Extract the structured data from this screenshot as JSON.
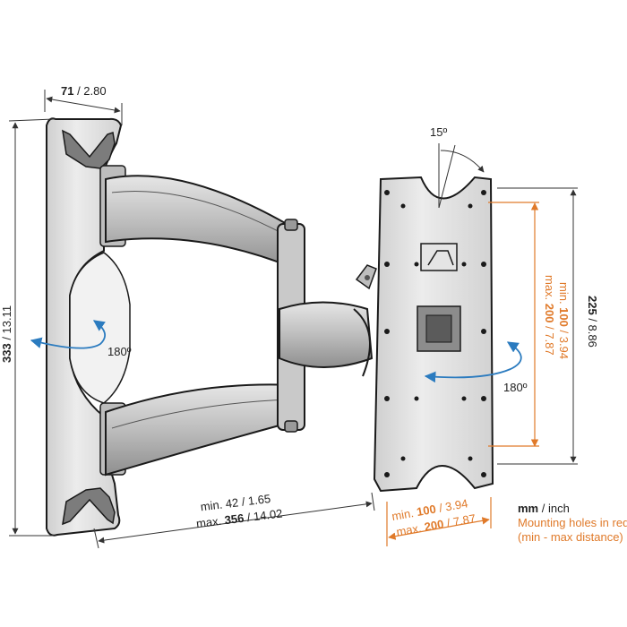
{
  "colors": {
    "outline": "#1a1a1a",
    "metal_light": "#d8d8d8",
    "metal_mid": "#b9b9b9",
    "metal_dark": "#8c8c8c",
    "rotation_arrow": "#2b7bbf",
    "vesa_orange": "#e07a2a",
    "dim_line": "#333333"
  },
  "dimensions": {
    "top_width": {
      "mm": "71",
      "inch": " / 2.80"
    },
    "left_height": {
      "mm": "333",
      "inch": " / 13.11"
    },
    "right_height": {
      "mm": "225",
      "inch": " / 8.86"
    },
    "extension": {
      "min_prefix": "min. ",
      "min_mm": "42",
      "min_inch": " / 1.65",
      "max_prefix": "max. ",
      "max_mm": "356",
      "max_inch": " / 14.02"
    },
    "tilt_angle": "15º",
    "swivel_left": "180º",
    "swivel_right": "180º"
  },
  "vesa_vertical": {
    "min_prefix": "min. ",
    "min_mm": "100",
    "min_inch": " / 3.94",
    "max_prefix": "max. ",
    "max_mm": "200",
    "max_inch": " / 7.87"
  },
  "vesa_horizontal": {
    "min_prefix": "min. ",
    "min_mm": "100",
    "min_inch": " / 3.94",
    "max_prefix": "max. ",
    "max_mm": "200",
    "max_inch": " / 7.87"
  },
  "legend": {
    "unit_mm": "mm",
    "unit_inch": " / inch",
    "line1": "Mounting holes in red",
    "line2": "(min - max distance)"
  },
  "icons": [
    "rotation-arrow-icon",
    "dimension-arrow-icon"
  ]
}
